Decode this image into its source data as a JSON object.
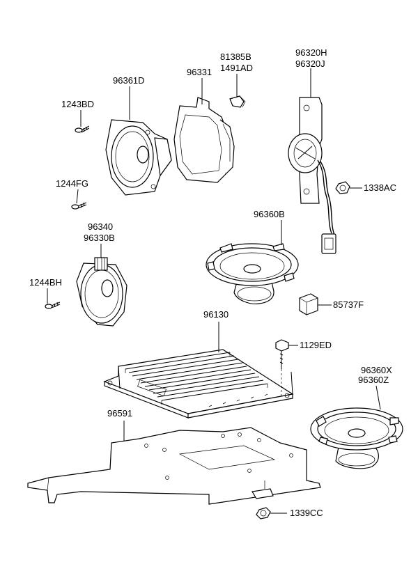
{
  "labels": {
    "p96361D": "96361D",
    "p96331": "96331",
    "p81385B": "81385B",
    "p1491AD": "1491AD",
    "p96320H": "96320H",
    "p96320J": "96320J",
    "p1243BD": "1243BD",
    "p1244FG": "1244FG",
    "p1338AC": "1338AC",
    "p96360B": "96360B",
    "p96340": "96340",
    "p96330B": "96330B",
    "p1244BH": "1244BH",
    "p85737F": "85737F",
    "p96130": "96130",
    "p1129ED": "1129ED",
    "p96360X": "96360X",
    "p96360Z": "96360Z",
    "p96591": "96591",
    "p1339CC": "1339CC"
  }
}
